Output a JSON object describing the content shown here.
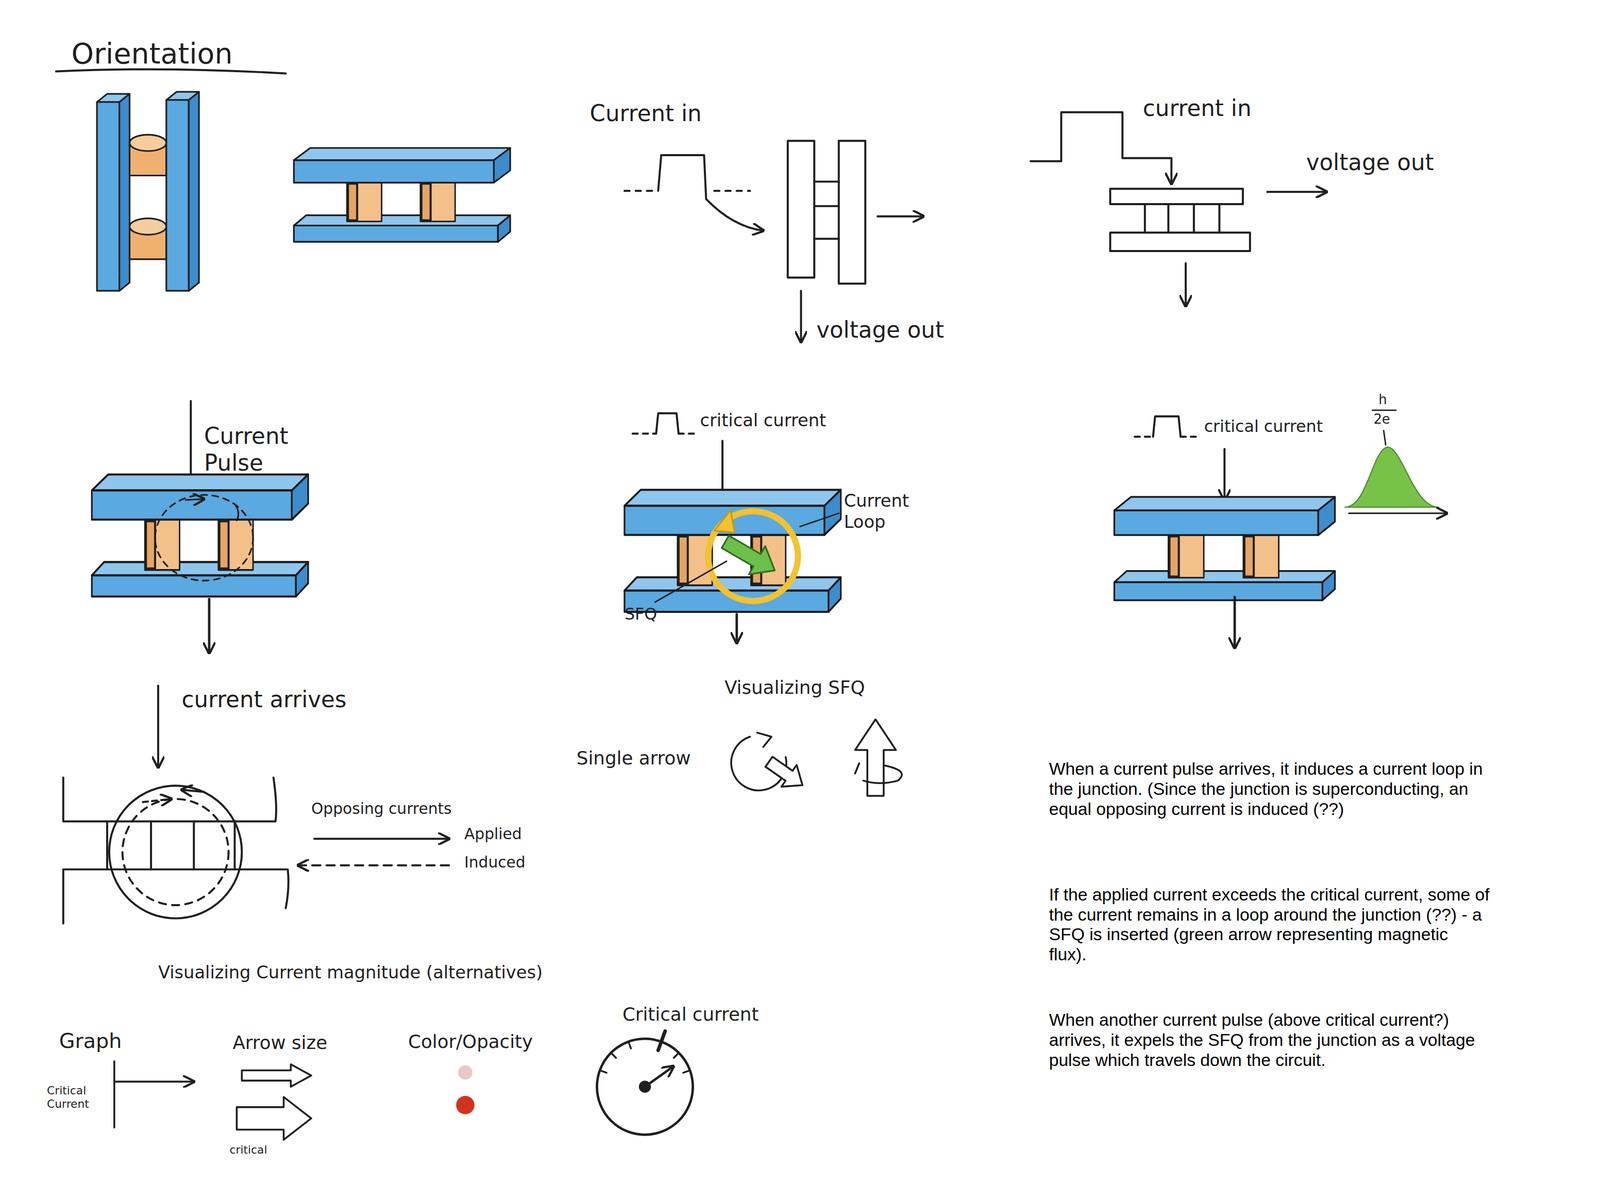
{
  "diagram": {
    "title": "Orientation",
    "labels": [
      "Current in",
      "voltage out",
      "current in",
      "voltage out",
      "Current Pulse",
      "critical current",
      "Current Loop",
      "SFQ",
      "critical current",
      "h",
      "2e",
      "current arrives",
      "Opposing currents",
      "Applied",
      "Induced",
      "Visualizing SFQ",
      "Single arrow",
      "Visualizing Current magnitude (alternatives)",
      "Graph",
      "Critical Current",
      "Arrow size",
      "critical",
      "Color/Opacity",
      "Critical current",
      "When a current pulse arrives, it induces a current loop in the junction. (Since the junction is superconducting, an equal opposing current is induced (??)",
      "If the applied current exceeds the critical current, some of the current remains in a loop around the junction (??) - a SFQ is inserted (green arrow representing magnetic flux).",
      "When another current pulse (above critical current?) arrives, it expels the SFQ from the junction as a voltage pulse which travels down the circuit."
    ]
  }
}
